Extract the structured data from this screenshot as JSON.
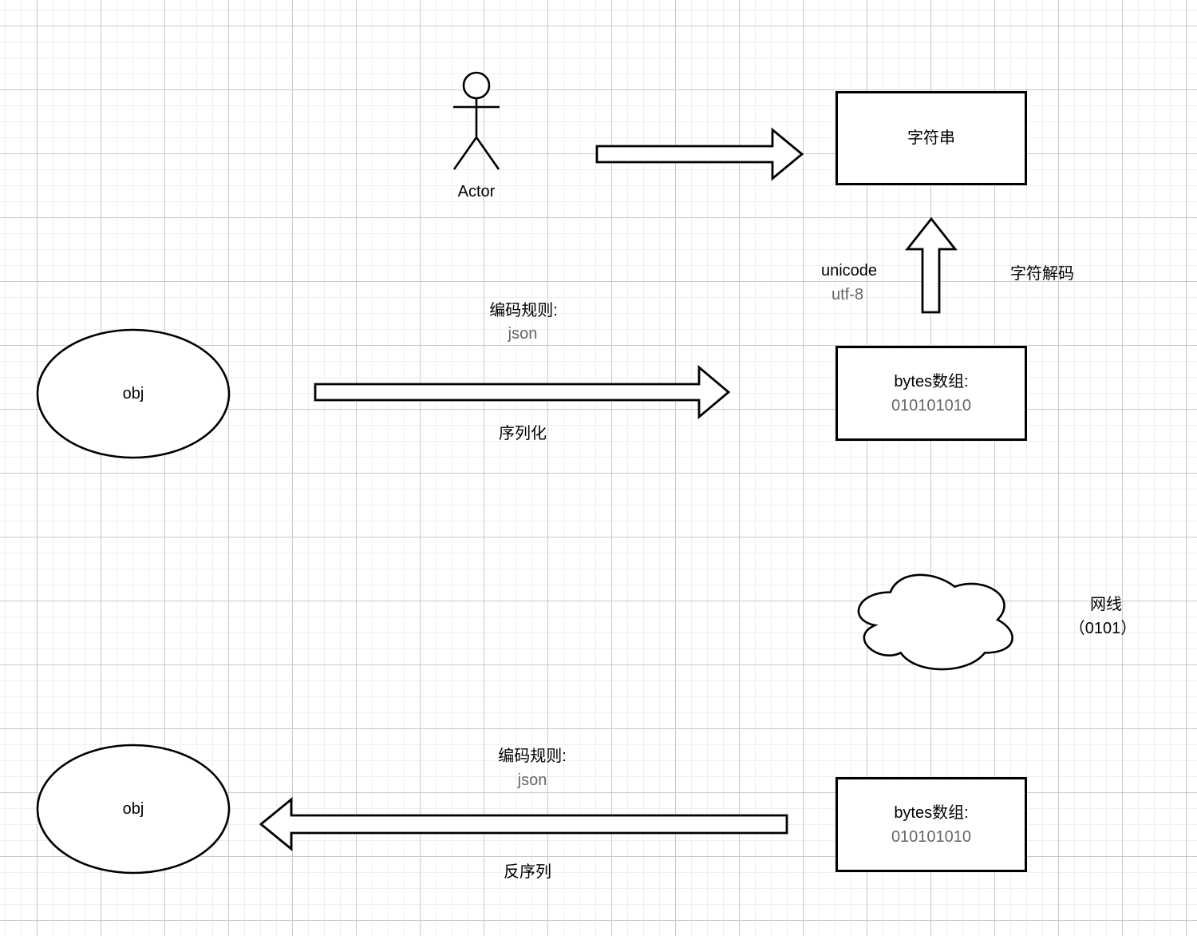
{
  "colors": {
    "background": "#ffffff",
    "grid_minor": "#efefef",
    "grid_major": "#c9c9c9",
    "shape_stroke": "#000000",
    "shape_fill": "#ffffff",
    "text_primary": "#000000",
    "text_muted": "#666666"
  },
  "diagram": {
    "actor": {
      "label": "Actor"
    },
    "string_node": {
      "label": "字符串"
    },
    "decode_rule": {
      "line1": "unicode",
      "line2": "utf-8"
    },
    "decode_action": {
      "label": "字符解码"
    },
    "encode_rule_top": {
      "line1": "编码规则:",
      "line2": "json"
    },
    "serialize": {
      "label": "序列化"
    },
    "obj_top": {
      "label": "obj"
    },
    "bytes_top": {
      "title": "bytes数组:",
      "value": "010101010"
    },
    "cloud": {
      "line1": "网线",
      "line2": "（0101）"
    },
    "obj_bottom": {
      "label": "obj"
    },
    "encode_rule_bottom": {
      "line1": "编码规则:",
      "line2": "json"
    },
    "deserialize": {
      "label": "反序列"
    },
    "bytes_bottom": {
      "title": "bytes数组:",
      "value": "010101010"
    }
  }
}
